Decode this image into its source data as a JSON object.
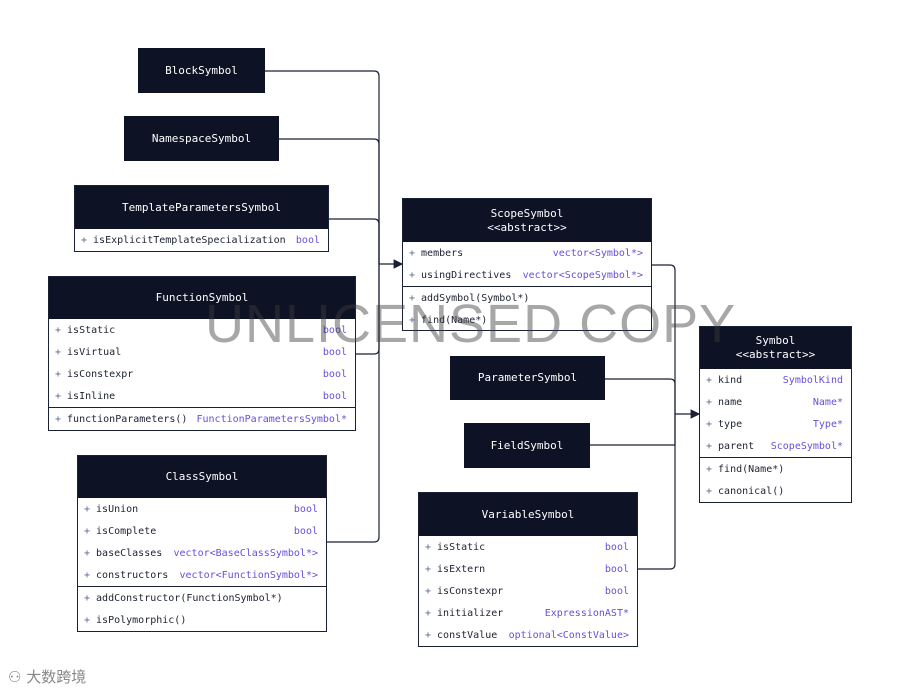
{
  "classes": {
    "blockSymbol": {
      "name": "BlockSymbol"
    },
    "namespaceSymbol": {
      "name": "NamespaceSymbol"
    },
    "templateParametersSymbol": {
      "name": "TemplateParametersSymbol",
      "attributes": [
        {
          "name": "isExplicitTemplateSpecialization",
          "type": "bool"
        }
      ]
    },
    "functionSymbol": {
      "name": "FunctionSymbol",
      "attributes": [
        {
          "name": "isStatic",
          "type": "bool"
        },
        {
          "name": "isVirtual",
          "type": "bool"
        },
        {
          "name": "isConstexpr",
          "type": "bool"
        },
        {
          "name": "isInline",
          "type": "bool"
        }
      ],
      "methods": [
        {
          "name": "functionParameters()",
          "type": "FunctionParametersSymbol*"
        }
      ]
    },
    "classSymbol": {
      "name": "ClassSymbol",
      "attributes": [
        {
          "name": "isUnion",
          "type": "bool"
        },
        {
          "name": "isComplete",
          "type": "bool"
        },
        {
          "name": "baseClasses",
          "type": "vector<BaseClassSymbol*>"
        },
        {
          "name": "constructors",
          "type": "vector<FunctionSymbol*>"
        }
      ],
      "methods": [
        {
          "name": "addConstructor(FunctionSymbol*)",
          "type": ""
        },
        {
          "name": "isPolymorphic()",
          "type": ""
        }
      ]
    },
    "scopeSymbol": {
      "name": "ScopeSymbol",
      "stereotype": "<<abstract>>",
      "attributes": [
        {
          "name": "members",
          "type": "vector<Symbol*>"
        },
        {
          "name": "usingDirectives",
          "type": "vector<ScopeSymbol*>"
        }
      ],
      "methods": [
        {
          "name": "addSymbol(Symbol*)",
          "type": ""
        },
        {
          "name": "find(Name*)",
          "type": ""
        }
      ]
    },
    "parameterSymbol": {
      "name": "ParameterSymbol"
    },
    "fieldSymbol": {
      "name": "FieldSymbol"
    },
    "variableSymbol": {
      "name": "VariableSymbol",
      "attributes": [
        {
          "name": "isStatic",
          "type": "bool"
        },
        {
          "name": "isExtern",
          "type": "bool"
        },
        {
          "name": "isConstexpr",
          "type": "bool"
        },
        {
          "name": "initializer",
          "type": "ExpressionAST*"
        },
        {
          "name": "constValue",
          "type": "optional<ConstValue>"
        }
      ]
    },
    "symbol": {
      "name": "Symbol",
      "stereotype": "<<abstract>>",
      "attributes": [
        {
          "name": "kind",
          "type": "SymbolKind"
        },
        {
          "name": "name",
          "type": "Name*"
        },
        {
          "name": "type",
          "type": "Type*"
        },
        {
          "name": "parent",
          "type": "ScopeSymbol*"
        }
      ],
      "methods": [
        {
          "name": "find(Name*)",
          "type": ""
        },
        {
          "name": "canonical()",
          "type": ""
        }
      ]
    }
  },
  "plus_sign": "+",
  "watermark": "UNLICENSED COPY",
  "logo_text": "大数跨境",
  "colors": {
    "header_bg": "#0d1224",
    "type_text": "#6a4fd8",
    "edge": "#1a2035"
  }
}
